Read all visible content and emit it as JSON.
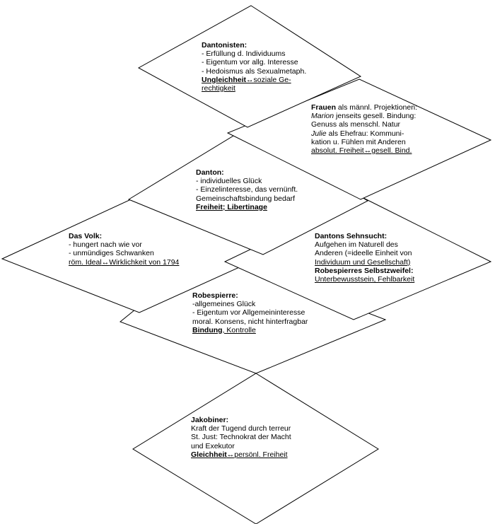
{
  "colors": {
    "stroke": "#000000",
    "fill": "#ffffff",
    "text": "#000000"
  },
  "boxes": {
    "dantonisten": {
      "title": "Dantonisten:",
      "line1": "- Erfüllung d. Individuums",
      "line2": "- Eigentum vor allg. Interesse",
      "line3": "- Hedoismus als Sexualmetaph.",
      "key": "Ungleichheit",
      "arrow": "↔",
      "rest1": "soziale Ge-",
      "rest2": "rechtigkeit"
    },
    "frauen": {
      "title": "Frauen",
      "title_rest": " als männl. Projektionen:",
      "name1": "Marion",
      "line1_rest": " jenseits gesell. Bindung:",
      "line2": "Genuss als menschl. Natur",
      "name2": "Julie",
      "line3_rest": " als Ehefrau: Kommuni-",
      "line4": "kation u. Fühlen mit Anderen",
      "line5a": "absolut. Freiheit",
      "arrow": "↔",
      "line5b": "gesell. Bind."
    },
    "danton": {
      "title": "Danton:",
      "line1": "- individuelles Glück",
      "line2": "- Einzelinteresse, das vernünft.",
      "line3": "Gemeinschaftsbindung bedarf",
      "key": "Freiheit; Libertinage"
    },
    "volk": {
      "title": "Das Volk:",
      "line1": "- hungert nach wie vor",
      "line2": "- unmündiges Schwanken",
      "line3a": "röm. Ideal",
      "arrow": "↔",
      "line3b": "Wirklichkeit von 1794"
    },
    "sehnsucht": {
      "title": "Dantons Sehnsucht:",
      "line1": "Aufgehen im Naturell des",
      "line2": "Anderen (=ideelle Einheit von",
      "line3": "Individuum und Gesellschaft)",
      "title2": "Robespierres Selbstzweifel:",
      "line4": "Unterbewusstsein, Fehlbarkeit"
    },
    "robespierre": {
      "title": "Robespierre:",
      "line1": "-allgemeines Glück",
      "line2": "- Eigentum vor Allgemeininteresse",
      "line3": "moral. Konsens, nicht hinterfragbar",
      "key": "Bindung",
      "rest": ", Kontrolle"
    },
    "jakobiner": {
      "title": "Jakobiner:",
      "line1": "Kraft der Tugend durch terreur",
      "line2": "St. Just: Technokrat der Macht",
      "line3": "und Exekutor",
      "key": "Gleichheit",
      "arrow": "↔",
      "rest": "persönl. Freiheit"
    }
  }
}
